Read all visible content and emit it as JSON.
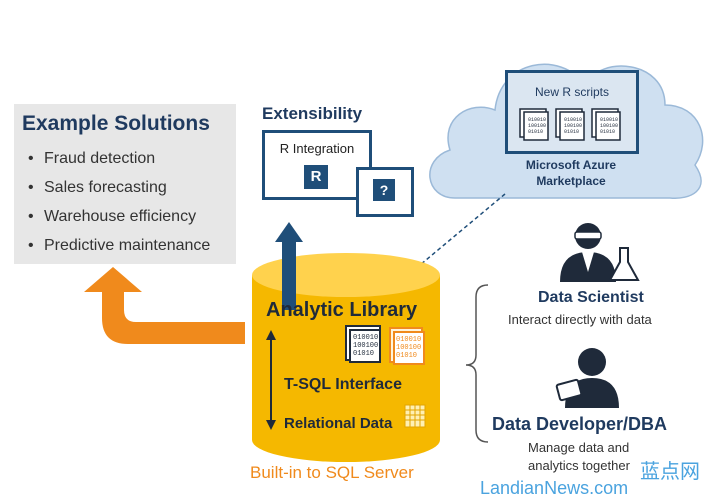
{
  "solutions": {
    "title": "Example Solutions",
    "items": [
      "Fraud detection",
      "Sales forecasting",
      "Warehouse efficiency",
      "Predictive maintenance"
    ]
  },
  "extensibility": {
    "title": "Extensibility",
    "r_window_label": "R Integration",
    "r_letter": "R",
    "unknown_symbol": "?"
  },
  "cloud": {
    "scripts_label": "New R scripts",
    "line1": "Microsoft Azure",
    "line2": "Marketplace",
    "doc_lines": [
      "010010",
      "100100",
      "01010"
    ]
  },
  "database": {
    "title": "Analytic Library",
    "tsql": "T-SQL Interface",
    "relational": "Relational Data",
    "doc_lines": [
      "010010",
      "100100",
      "01010"
    ],
    "caption": "Built-in to SQL Server"
  },
  "personas": {
    "data_scientist": {
      "name": "Data Scientist",
      "desc": "Interact directly with data"
    },
    "data_developer": {
      "name": "Data Developer/DBA",
      "desc_line1": "Manage data and",
      "desc_line2": "analytics together"
    }
  },
  "watermark": {
    "line1": "蓝点网",
    "line2": "LandianNews.com"
  },
  "colors": {
    "navy": "#1f4e79",
    "orange": "#f08a1c",
    "gold": "#f5b800",
    "cloud": "#cfe0f1"
  }
}
